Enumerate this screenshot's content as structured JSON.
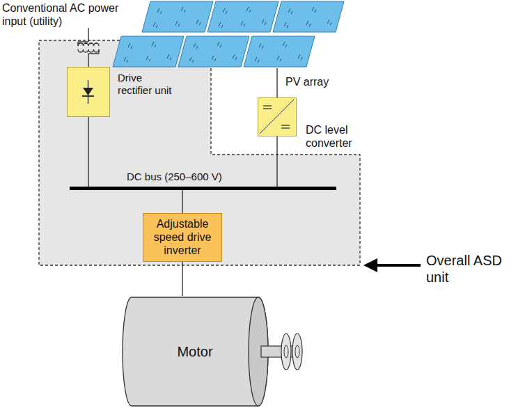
{
  "diagram": {
    "nodes": [
      {
        "text": [
          "Overall ASD unit"
        ]
      },
      {
        "text": [
          "Drive rectifier unit"
        ],
        "in": 0
      },
      {
        "text": [
          "DC bus (250–600 V)"
        ],
        "in": 0
      },
      {
        "text": [
          "Adjustable speed drive inverter"
        ],
        "in": 0
      },
      {
        "text": [
          "PV array"
        ]
      },
      {
        "text": [
          "DC level converter"
        ]
      },
      {
        "text": [
          "Motor"
        ]
      }
    ],
    "edges": [
      {
        "from": 1,
        "to": 2,
        "arrow": "none"
      },
      {
        "from": 4,
        "to": 5,
        "arrow": "none"
      },
      {
        "from": 5,
        "to": 2,
        "arrow": "none"
      },
      {
        "from": 2,
        "to": 3,
        "arrow": "none"
      },
      {
        "from": 3,
        "to": 6,
        "arrow": "none"
      }
    ],
    "labels": [
      "Conventional AC power input (utility)"
    ]
  }
}
